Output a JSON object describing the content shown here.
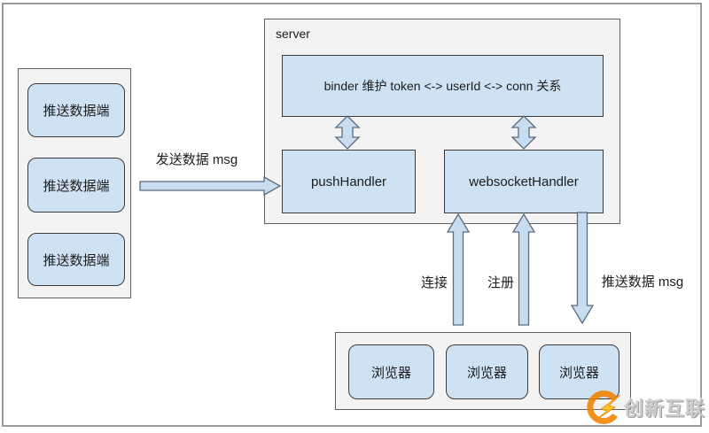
{
  "diagram": {
    "push_clients": {
      "items": [
        "推送数据端",
        "推送数据端",
        "推送数据端"
      ]
    },
    "server": {
      "title": "server",
      "binder_label": "binder 维护 token <-> userId <-> conn 关系",
      "push_handler_label": "pushHandler",
      "websocket_handler_label": "websocketHandler"
    },
    "browsers": {
      "items": [
        "浏览器",
        "浏览器",
        "浏览器"
      ]
    },
    "edges": {
      "send_data_label": "发送数据 msg",
      "connect_label": "连接",
      "register_label": "注册",
      "push_data_label": "推送数据 msg"
    },
    "watermark": {
      "text": "创新互联"
    },
    "colors": {
      "node_fill": "#cfe2f3",
      "container_fill": "#f3f3f3",
      "arrow_fill": "#c9ddf0",
      "border": "#3a3a3a",
      "frame_border": "#9b9b9b",
      "watermark_orange": "#f08300",
      "watermark_yellow": "#ffc010",
      "watermark_gray": "#c7c7c7"
    }
  }
}
